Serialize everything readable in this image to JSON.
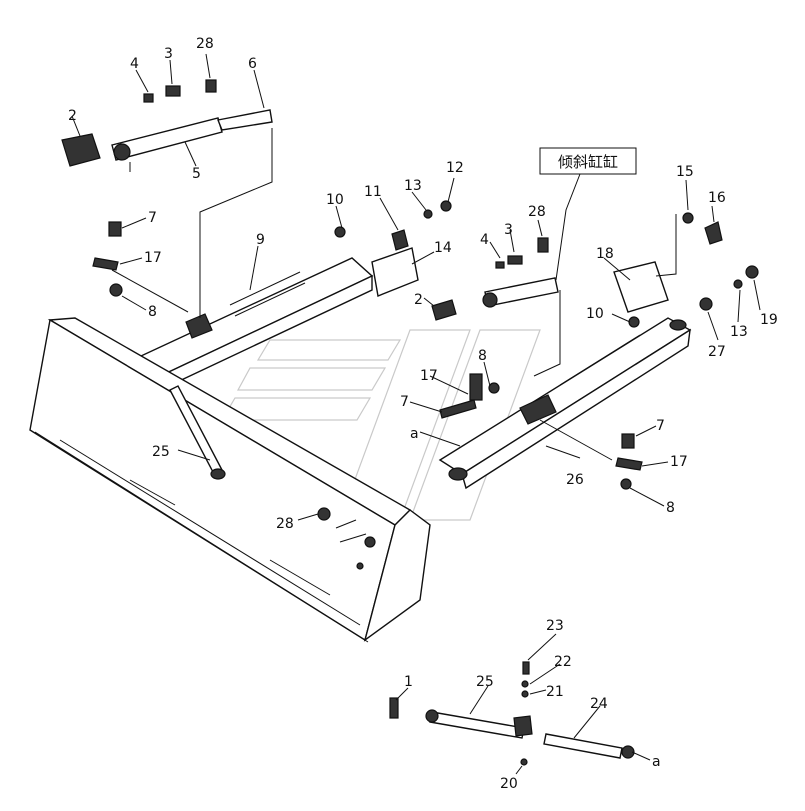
{
  "title_box": "倾斜缸缸",
  "labels": {
    "l1": "1",
    "l2a": "2",
    "l2b": "2",
    "l3a": "3",
    "l3b": "3",
    "l4a": "4",
    "l4b": "4",
    "l5": "5",
    "l6": "6",
    "l7a": "7",
    "l7b": "7",
    "l7c": "7",
    "l8a": "8",
    "l8b": "8",
    "l8c": "8",
    "l9": "9",
    "l10a": "10",
    "l10b": "10",
    "l11": "11",
    "l12": "12",
    "l13a": "13",
    "l13b": "13",
    "l14": "14",
    "l15": "15",
    "l16": "16",
    "l17a": "17",
    "l17b": "17",
    "l17c": "17",
    "l18": "18",
    "l19": "19",
    "l20": "20",
    "l21": "21",
    "l22": "22",
    "l23": "23",
    "l24": "24",
    "l25a": "25",
    "l25b": "25",
    "l26": "26",
    "l27": "27",
    "l28a": "28",
    "l28b": "28",
    "l28c": "28",
    "la1": "a",
    "la2": "a"
  }
}
